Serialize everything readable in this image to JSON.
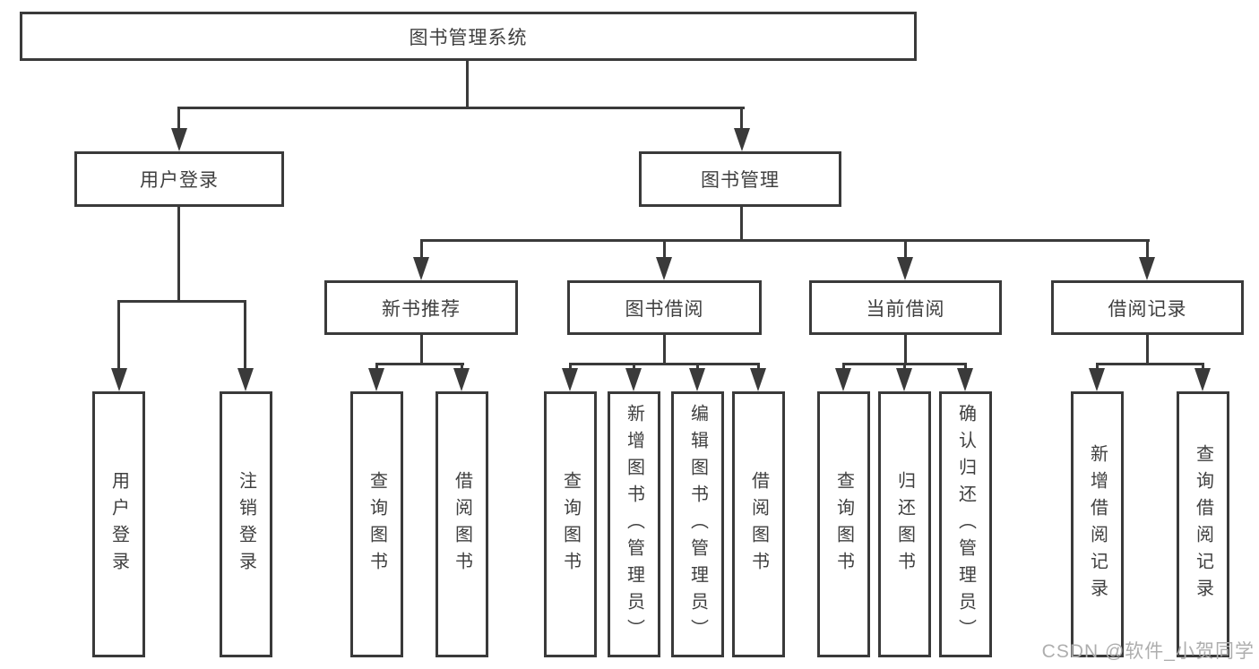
{
  "colors": {
    "line": "#3a3a3a",
    "box_border": "#3a3a3a",
    "box_background": "#ffffff",
    "text": "#3f3f3f",
    "watermark": "#aeaeae"
  },
  "nodes": {
    "root": {
      "label": "图书管理系统"
    },
    "level2": [
      {
        "label": "用户登录"
      },
      {
        "label": "图书管理"
      }
    ],
    "level3": [
      {
        "label": "新书推荐"
      },
      {
        "label": "图书借阅"
      },
      {
        "label": "当前借阅"
      },
      {
        "label": "借阅记录"
      }
    ],
    "leaves": {
      "login": [
        "用户登录",
        "注销登录"
      ],
      "recommend": [
        "查询图书",
        "借阅图书"
      ],
      "borrow": [
        "查询图书",
        "新增图书（管理员）",
        "编辑图书（管理员）",
        "借阅图书"
      ],
      "current": [
        "查询图书",
        "归还图书",
        "确认归还（管理员）"
      ],
      "records": [
        "新增借阅记录",
        "查询借阅记录"
      ]
    }
  },
  "watermark": {
    "text": "CSDN @软件_小贺同学"
  }
}
